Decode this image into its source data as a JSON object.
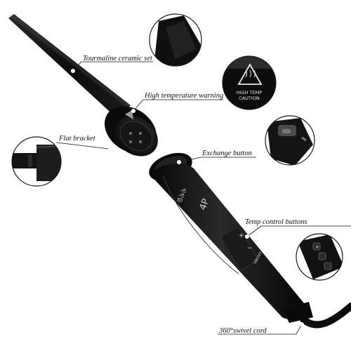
{
  "labels": {
    "tourmaline": "Tourmaline ceramic set",
    "high_temp_warning": "High temperature warning",
    "flat_bracket": "Flat bracket",
    "exchange_button": "Exchange button",
    "temp_control": "Temp control buttons",
    "swivel_cord": "360°swivel cord"
  },
  "device_text": {
    "brand": "ঙ৯৯",
    "model": "4P",
    "plus": "+",
    "minus": "−",
    "onoff": "ON/OFF",
    "warning_line1": "HIGH TEMP",
    "warning_line2": "CAUTION"
  },
  "colors": {
    "body": "#0d0d0d",
    "highlight": "#3a3a3a",
    "circle_border": "#222222",
    "label_text": "#111111"
  }
}
